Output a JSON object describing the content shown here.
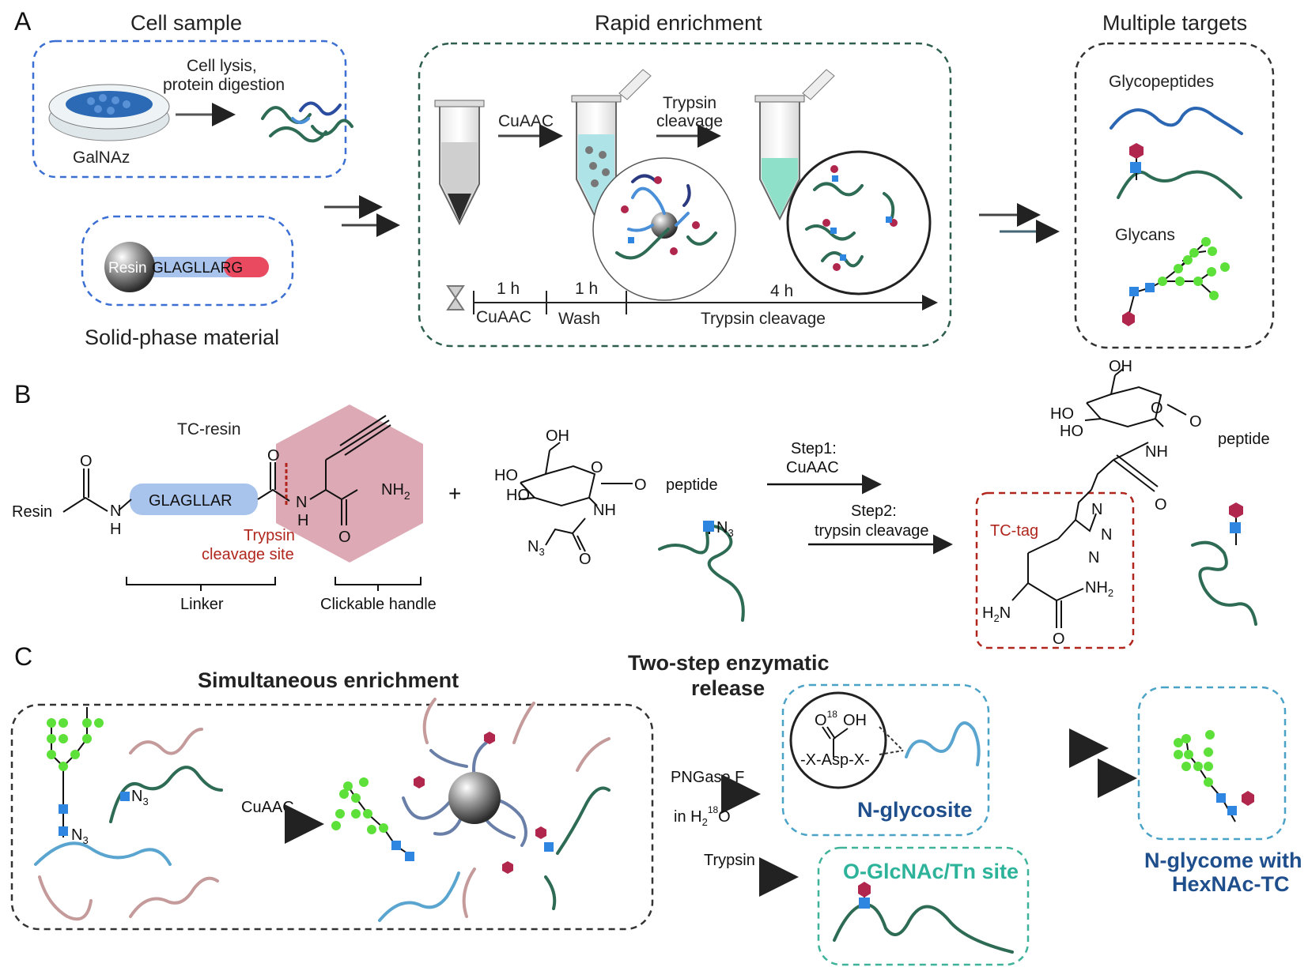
{
  "panels": {
    "a": "A",
    "b": "B",
    "c": "C"
  },
  "panel_a": {
    "cell_sample": "Cell sample",
    "lysis_line1": "Cell lysis,",
    "lysis_line2": "protein digestion",
    "galnaz": "GalNAz",
    "resin": "Resin",
    "resin_sequence": "GLAGLLARG",
    "solid_phase": "Solid-phase material",
    "rapid_enrichment": "Rapid enrichment",
    "cuaac": "CuAAC",
    "trypsin_line1": "Trypsin",
    "trypsin_line2": "cleavage",
    "time_1": "1 h",
    "time_2": "1 h",
    "time_3": "4 h",
    "step_1": "CuAAC",
    "step_2": "Wash",
    "step_3": "Trypsin cleavage",
    "multiple_targets": "Multiple targets",
    "glycopeptides": "Glycopeptides",
    "glycans": "Glycans"
  },
  "panel_b": {
    "tc_resin": "TC-resin",
    "resin": "Resin",
    "o1": "O",
    "o2": "O",
    "o3": "O",
    "h1": "H",
    "h2": "H",
    "n1": "N",
    "n2": "N",
    "linker_seq": "GLAGLLAR",
    "nh2": "NH",
    "nh2_sub": "2",
    "trypsin_site_line1": "Trypsin",
    "trypsin_site_line2": "cleavage site",
    "linker": "Linker",
    "clickable_handle": "Clickable handle",
    "plus": "+",
    "oh": "OH",
    "ho1": "HO",
    "ho2": "HO",
    "o_ring": "O",
    "o_peptide": "O",
    "peptide": "peptide",
    "nh": "NH",
    "n3": "N",
    "n3_sub": "3",
    "o_amide": "O",
    "n3_tag": "N",
    "n3_tag_sub": "3",
    "step1_line1": "Step1:",
    "step1_line2": "CuAAC",
    "step2_line1": "Step2:",
    "step2_line2": "trypsin cleavage",
    "prod_oh": "OH",
    "prod_ho1": "HO",
    "prod_ho2": "HO",
    "prod_o_ring": "O",
    "prod_o": "O",
    "prod_peptide": "peptide",
    "prod_nh": "NH",
    "prod_o_amide": "O",
    "tc_tag": "TC-tag",
    "tri_n1": "N",
    "tri_n2": "N",
    "tri_n3": "N",
    "h2n": "H",
    "h2n_sub": "2",
    "h2n_n": "N",
    "prod_nh2": "NH",
    "prod_nh2_sub": "2",
    "prod_o_bottom": "O"
  },
  "panel_c": {
    "simultaneous": "Simultaneous enrichment",
    "n3_a": "N",
    "n3_a_sub": "3",
    "n3_b": "N",
    "n3_b_sub": "3",
    "cuaac": "CuAAC",
    "two_step_line1": "Two-step enzymatic",
    "two_step_line2": "release",
    "pngase": "PNGase F",
    "in_water": "in H",
    "water_sub": "2",
    "water_sup": "18",
    "water_o": "O",
    "trypsin": "Trypsin",
    "o18": "O",
    "o18_sup": "18",
    "oh": "OH",
    "asp": "-X-Asp-X-",
    "n_glycosite": "N-glycosite",
    "o_glcnac": "O-GlcNAc/Tn site",
    "n_glycome_line1": "N-glycome with",
    "n_glycome_line2": "HexNAc-TC"
  },
  "colors": {
    "blue_dash": "#3b6fd4",
    "green_dash": "#2e5e4e",
    "dark_dash": "#333333",
    "light_blue_dash": "#4aa3c7",
    "teal_dash": "#3fb39a",
    "red_dash": "#b0261d",
    "peptide_green": "#2e6b55",
    "peptide_blue": "#2b66b3",
    "peptide_lightblue": "#5aa5cf",
    "peptide_pink": "#c49a9a",
    "glcnac_blue": "#2f86e0",
    "hex_red": "#b0264d",
    "mannose_green": "#5ee03a",
    "handle_pink": "#dca9b4",
    "linker_blue": "#a9c4ec"
  }
}
